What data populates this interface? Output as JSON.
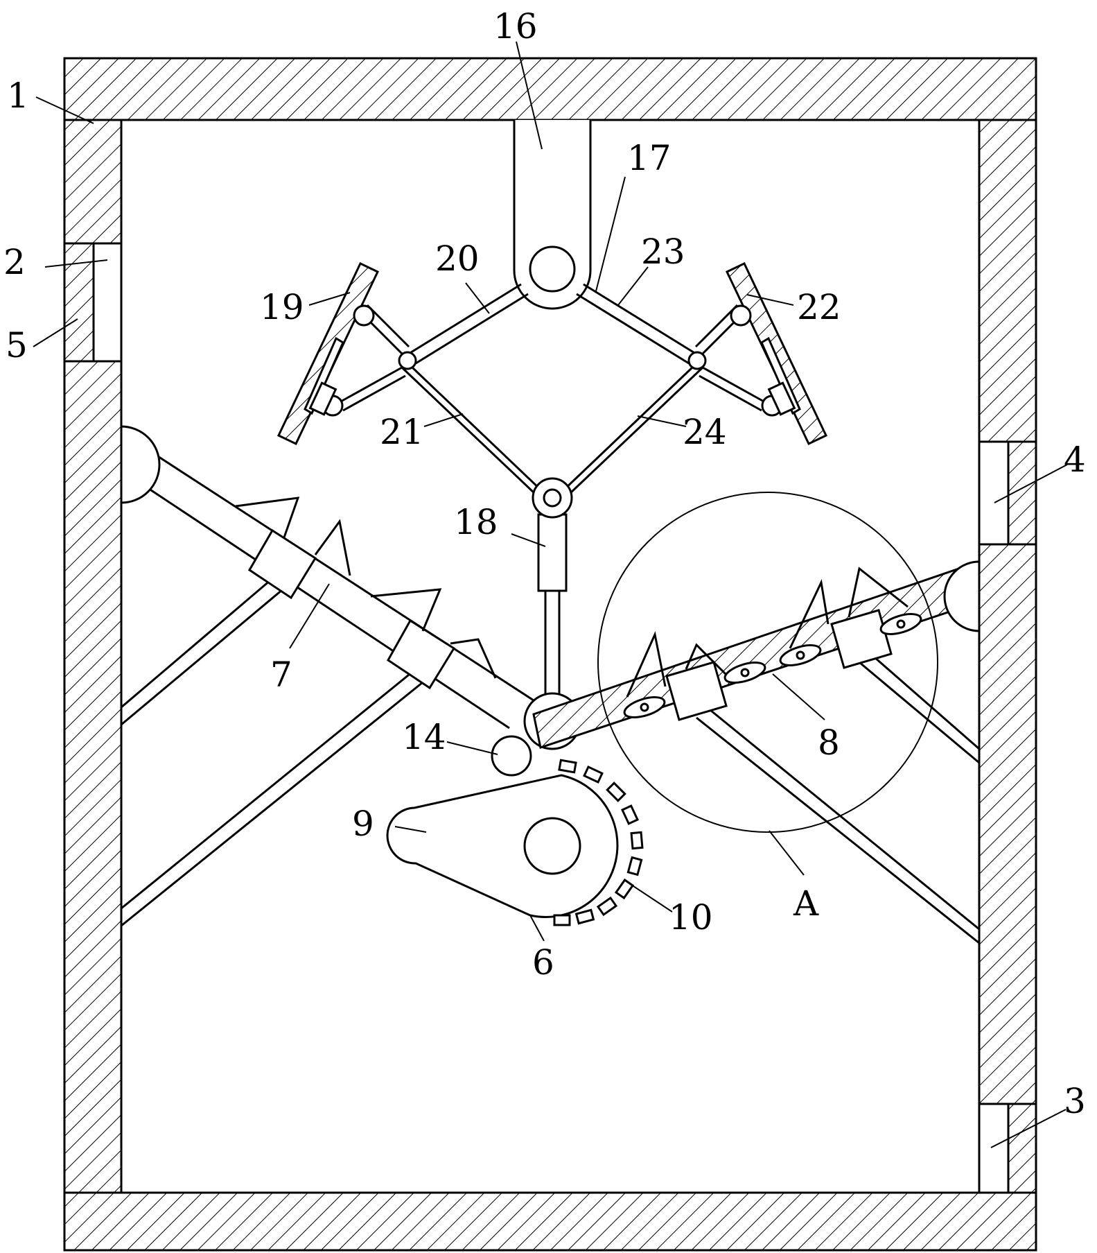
{
  "figure": {
    "labels": [
      {
        "id": "1",
        "text": "1"
      },
      {
        "id": "2",
        "text": "2"
      },
      {
        "id": "3",
        "text": "3"
      },
      {
        "id": "4",
        "text": "4"
      },
      {
        "id": "5",
        "text": "5"
      },
      {
        "id": "6",
        "text": "6"
      },
      {
        "id": "7",
        "text": "7"
      },
      {
        "id": "8",
        "text": "8"
      },
      {
        "id": "9",
        "text": "9"
      },
      {
        "id": "10",
        "text": "10"
      },
      {
        "id": "14",
        "text": "14"
      },
      {
        "id": "16",
        "text": "16"
      },
      {
        "id": "17",
        "text": "17"
      },
      {
        "id": "18",
        "text": "18"
      },
      {
        "id": "19",
        "text": "19"
      },
      {
        "id": "20",
        "text": "20"
      },
      {
        "id": "21",
        "text": "21"
      },
      {
        "id": "22",
        "text": "22"
      },
      {
        "id": "23",
        "text": "23"
      },
      {
        "id": "24",
        "text": "24"
      },
      {
        "id": "A",
        "text": "A"
      }
    ]
  },
  "colors": {
    "line": "#000000",
    "background": "#ffffff"
  }
}
